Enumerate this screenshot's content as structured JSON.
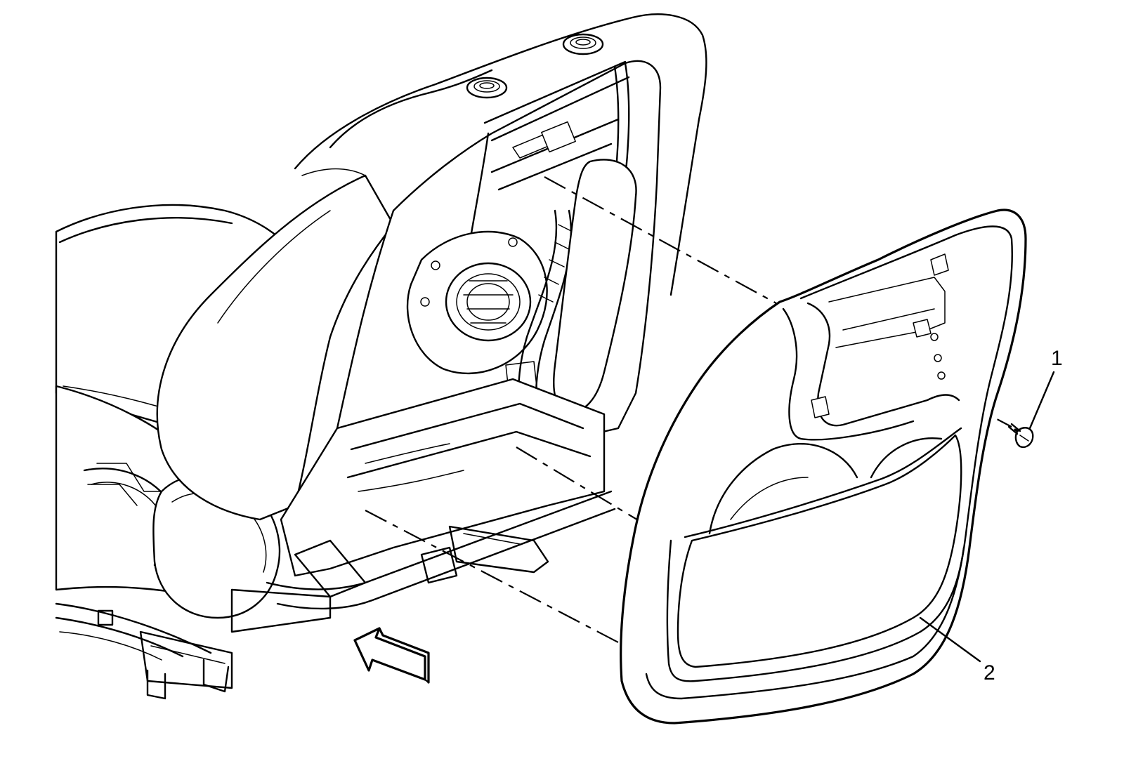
{
  "diagram": {
    "type": "exploded-view illustration",
    "callouts": [
      {
        "id": "1",
        "label": "1"
      },
      {
        "id": "2",
        "label": "2"
      }
    ],
    "colors": {
      "line": "#000000",
      "background": "#ffffff",
      "mesh": "#6a6a6a"
    }
  }
}
